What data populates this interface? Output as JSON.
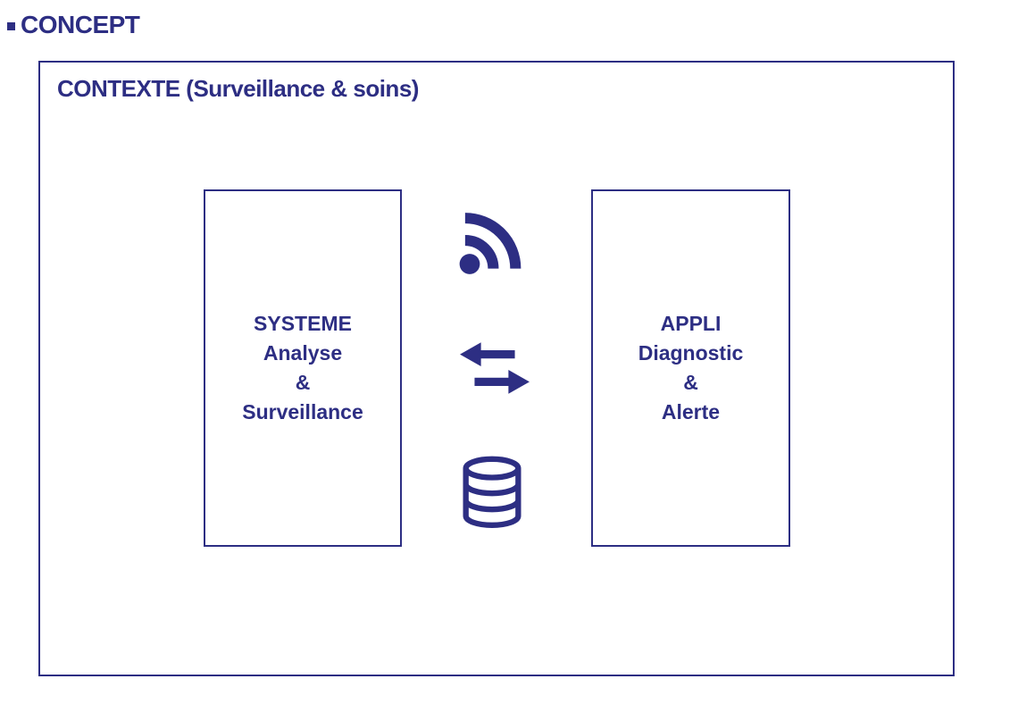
{
  "colors": {
    "accent": "#2D2E83",
    "background": "#FFFFFF"
  },
  "header": {
    "title": "CONCEPT",
    "bullet_icon": "square-bullet-icon"
  },
  "context": {
    "title": "CONTEXTE (Surveillance & soins)"
  },
  "system_box": {
    "lines": [
      "SYSTEME",
      "Analyse",
      "&",
      "Surveillance"
    ]
  },
  "app_box": {
    "lines": [
      "APPLI",
      "Diagnostic",
      "&",
      "Alerte"
    ]
  },
  "icons": {
    "signal": "wifi-signal-icon",
    "exchange": "transfer-arrows-icon",
    "database": "database-icon"
  }
}
